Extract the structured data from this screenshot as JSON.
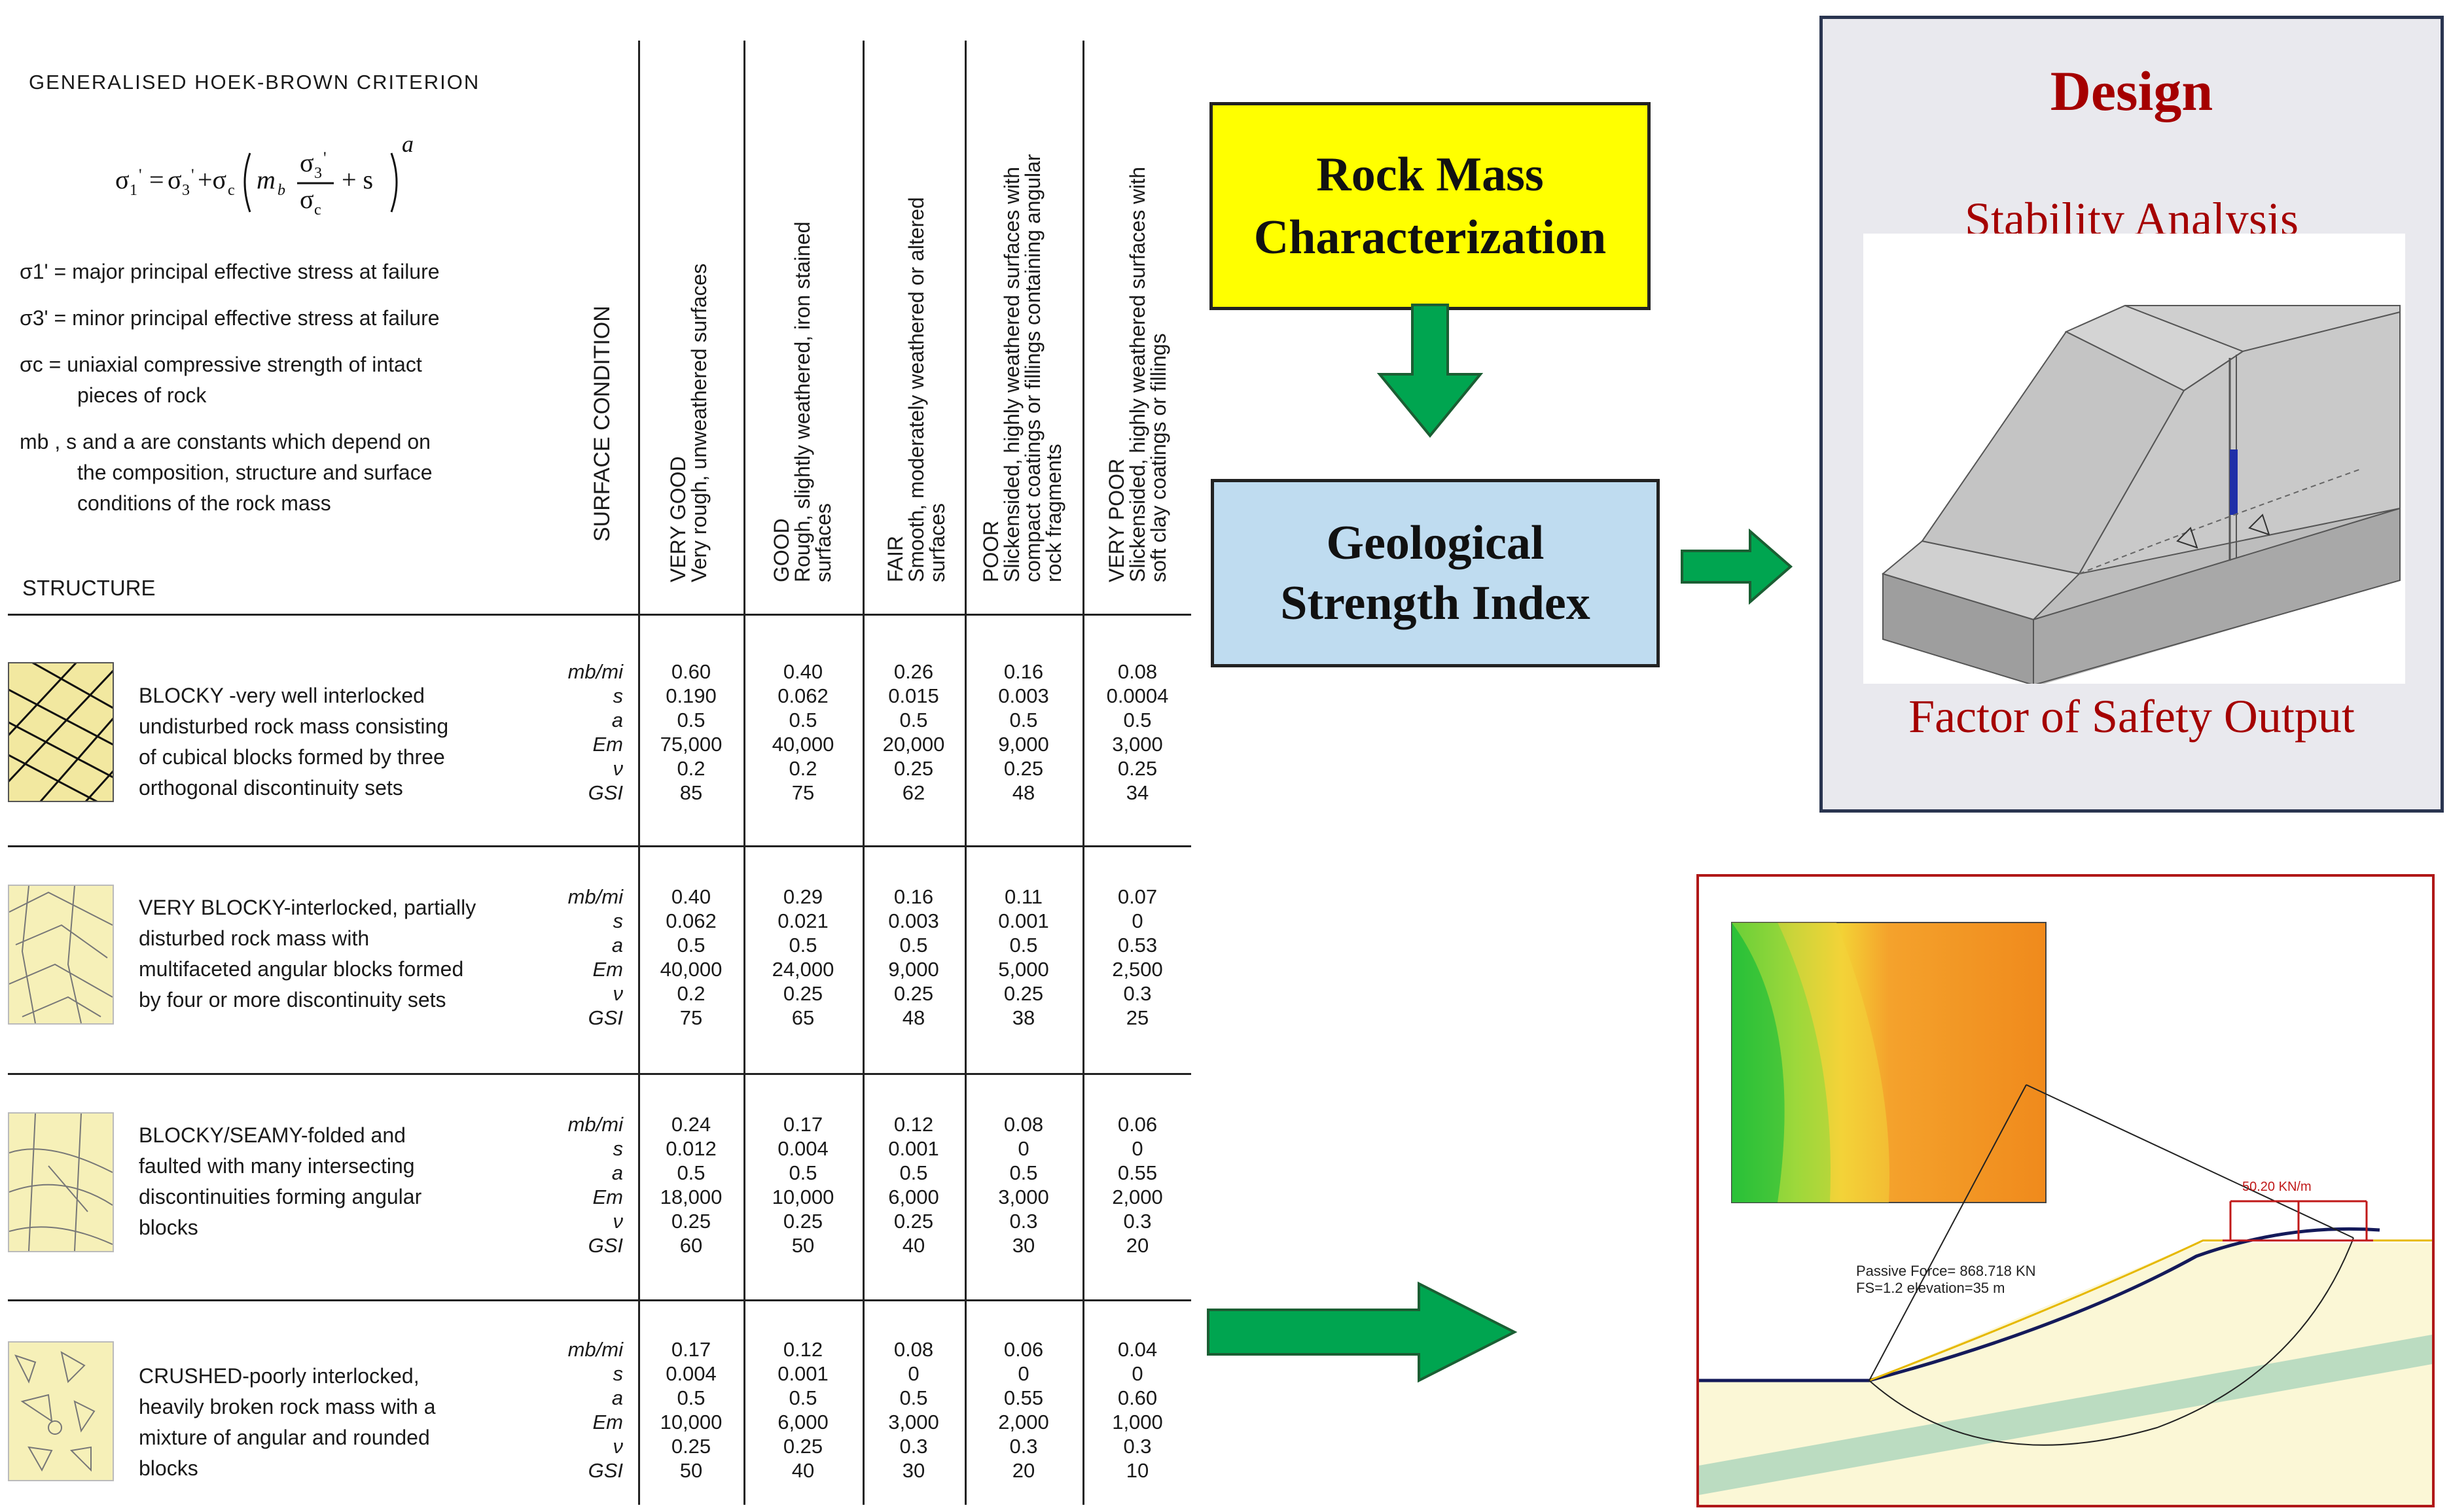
{
  "criterion": {
    "title": "GENERALISED  HOEK-BROWN CRITERION",
    "formula": {
      "sigma1": "σ",
      "sub1": "1",
      "prime": "'",
      "eq": "=",
      "sigma3": "σ",
      "sub3": "3",
      "plus_sigmac": "+σ",
      "subc": "c",
      "mb": "m",
      "subb": "b",
      "plus_s": "+ s",
      "exp_a": "a"
    },
    "definitions": [
      "σ1' = major principal effective stress at failure",
      "σ3' = minor principal effective stress at failure",
      "σc = uniaxial compressive strength of intact",
      "pieces of rock",
      "mb , s and a are constants which depend on",
      "the composition, structure and surface",
      "conditions of the rock mass"
    ],
    "structure_label": "STRUCTURE",
    "surface_condition_label": "SURFACE CONDITION"
  },
  "columns": [
    {
      "lines": [
        "VERY GOOD",
        "Very rough, unweathered surfaces"
      ]
    },
    {
      "lines": [
        "GOOD",
        "Rough, slightly weathered, iron stained",
        "surfaces"
      ]
    },
    {
      "lines": [
        "FAIR",
        "Smooth, moderately weathered or altered",
        "surfaces"
      ]
    },
    {
      "lines": [
        "POOR",
        "Slickensided, highly weathered surfaces with",
        "compact coatings or fillings containing angular",
        "rock fragments"
      ]
    },
    {
      "lines": [
        "VERY POOR",
        "Slickensided, highly weathered surfaces with",
        "soft clay coatings or fillings"
      ]
    }
  ],
  "param_symbols": [
    "mb/mi",
    "s",
    "a",
    "Em",
    "ν",
    "GSI"
  ],
  "rows": [
    {
      "description": [
        "BLOCKY -very well interlocked",
        "undisturbed rock mass consisting",
        "of cubical blocks formed by three",
        "orthogonal discontinuity sets"
      ],
      "values": [
        [
          "0.60",
          "0.190",
          "0.5",
          "75,000",
          "0.2",
          "85"
        ],
        [
          "0.40",
          "0.062",
          "0.5",
          "40,000",
          "0.2",
          "75"
        ],
        [
          "0.26",
          "0.015",
          "0.5",
          "20,000",
          "0.25",
          "62"
        ],
        [
          "0.16",
          "0.003",
          "0.5",
          "9,000",
          "0.25",
          "48"
        ],
        [
          "0.08",
          "0.0004",
          "0.5",
          "3,000",
          "0.25",
          "34"
        ]
      ]
    },
    {
      "description": [
        "VERY BLOCKY-interlocked, partially",
        "disturbed rock mass with",
        "multifaceted angular blocks formed",
        "by four or more discontinuity sets"
      ],
      "values": [
        [
          "0.40",
          "0.062",
          "0.5",
          "40,000",
          "0.2",
          "75"
        ],
        [
          "0.29",
          "0.021",
          "0.5",
          "24,000",
          "0.25",
          "65"
        ],
        [
          "0.16",
          "0.003",
          "0.5",
          "9,000",
          "0.25",
          "48"
        ],
        [
          "0.11",
          "0.001",
          "0.5",
          "5,000",
          "0.25",
          "38"
        ],
        [
          "0.07",
          "0",
          "0.53",
          "2,500",
          "0.3",
          "25"
        ]
      ]
    },
    {
      "description": [
        "BLOCKY/SEAMY-folded and",
        "faulted with  many intersecting",
        "discontinuities forming angular",
        "blocks"
      ],
      "values": [
        [
          "0.24",
          "0.012",
          "0.5",
          "18,000",
          "0.25",
          "60"
        ],
        [
          "0.17",
          "0.004",
          "0.5",
          "10,000",
          "0.25",
          "50"
        ],
        [
          "0.12",
          "0.001",
          "0.5",
          "6,000",
          "0.25",
          "40"
        ],
        [
          "0.08",
          "0",
          "0.5",
          "3,000",
          "0.3",
          "30"
        ],
        [
          "0.06",
          "0",
          "0.55",
          "2,000",
          "0.3",
          "20"
        ]
      ]
    },
    {
      "description": [
        "CRUSHED-poorly interlocked,",
        "heavily broken rock mass with a",
        "mixture of angular and rounded",
        "blocks"
      ],
      "values": [
        [
          "0.17",
          "0.004",
          "0.5",
          "10,000",
          "0.25",
          "50"
        ],
        [
          "0.12",
          "0.001",
          "0.5",
          "6,000",
          "0.25",
          "40"
        ],
        [
          "0.08",
          "0",
          "0.5",
          "3,000",
          "0.3",
          "30"
        ],
        [
          "0.06",
          "0",
          "0.55",
          "2,000",
          "0.3",
          "20"
        ],
        [
          "0.04",
          "0",
          "0.60",
          "1,000",
          "0.3",
          "10"
        ]
      ]
    }
  ],
  "flow": {
    "rmc_line1": "Rock Mass",
    "rmc_line2": "Characterization",
    "gsi_line1": "Geological",
    "gsi_line2": "Strength Index",
    "arrow_color": "#00a550"
  },
  "design": {
    "title": "Design",
    "subtitle": "Stability Analysis",
    "footer": "Factor of Safety Output",
    "text_color": "#a50000"
  },
  "fs_output": {
    "load_label": "50.20 KN/m",
    "passive_force": "Passive Force= 868.718 KN",
    "fs_line": "FS=1.2 elevation=35 m"
  }
}
